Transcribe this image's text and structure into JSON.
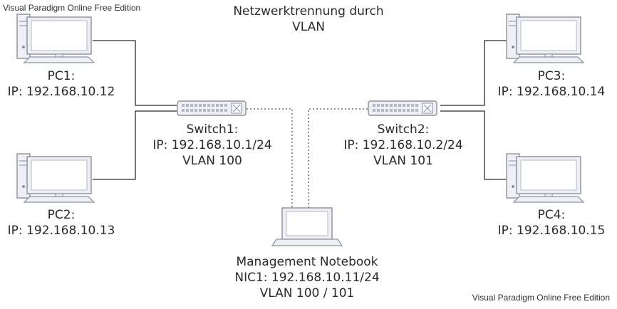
{
  "watermark": {
    "top_left": "Visual Paradigm Online Free Edition",
    "bottom_right": "Visual Paradigm Online Free Edition"
  },
  "title": {
    "line1": "Netzwerktrennung durch",
    "line2": "VLAN"
  },
  "devices": {
    "pc1": {
      "name": "PC1:",
      "ip": "IP: 192.168.10.12"
    },
    "pc2": {
      "name": "PC2:",
      "ip": "IP: 192.168.10.13"
    },
    "pc3": {
      "name": "PC3:",
      "ip": "IP: 192.168.10.14"
    },
    "pc4": {
      "name": "PC4:",
      "ip": "IP: 192.168.10.15"
    },
    "switch1": {
      "name": "Switch1:",
      "ip": "IP: 192.168.10.1/24",
      "vlan": "VLAN 100"
    },
    "switch2": {
      "name": "Switch2:",
      "ip": "IP: 192.168.10.2/24",
      "vlan": "VLAN 101"
    },
    "notebook": {
      "name": "Management Notebook",
      "nic": "NIC1: 192.168.10.11/24",
      "vlan": "VLAN 100 / 101"
    }
  },
  "colors": {
    "line": "#2b2b2b",
    "device_fill": "#eef0f5",
    "device_stroke": "#8a8f9e"
  }
}
